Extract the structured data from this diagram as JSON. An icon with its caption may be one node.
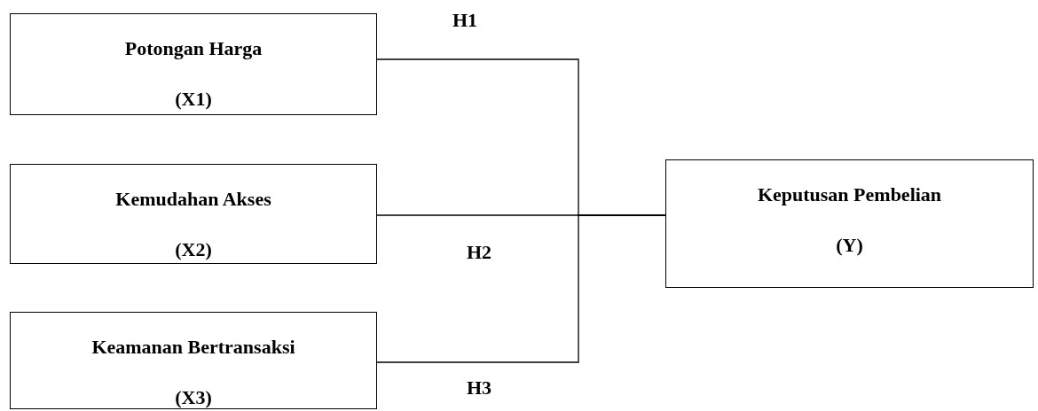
{
  "diagram": {
    "nodes": [
      {
        "text": [
          "Potongan Harga",
          "(X1)"
        ]
      },
      {
        "text": [
          "Kemudahan Akses",
          "(X2)"
        ]
      },
      {
        "text": [
          "Keamanan Bertransaksi",
          "(X3)"
        ]
      },
      {
        "text": [
          "Keputusan Pembelian",
          "(Y)"
        ]
      }
    ],
    "edges": [
      {
        "from": 0,
        "to": 3,
        "arrow": "none",
        "label": "H1"
      },
      {
        "from": 1,
        "to": 3,
        "arrow": "none",
        "label": "H2"
      },
      {
        "from": 2,
        "to": 3,
        "arrow": "none",
        "label": "H3"
      }
    ]
  }
}
